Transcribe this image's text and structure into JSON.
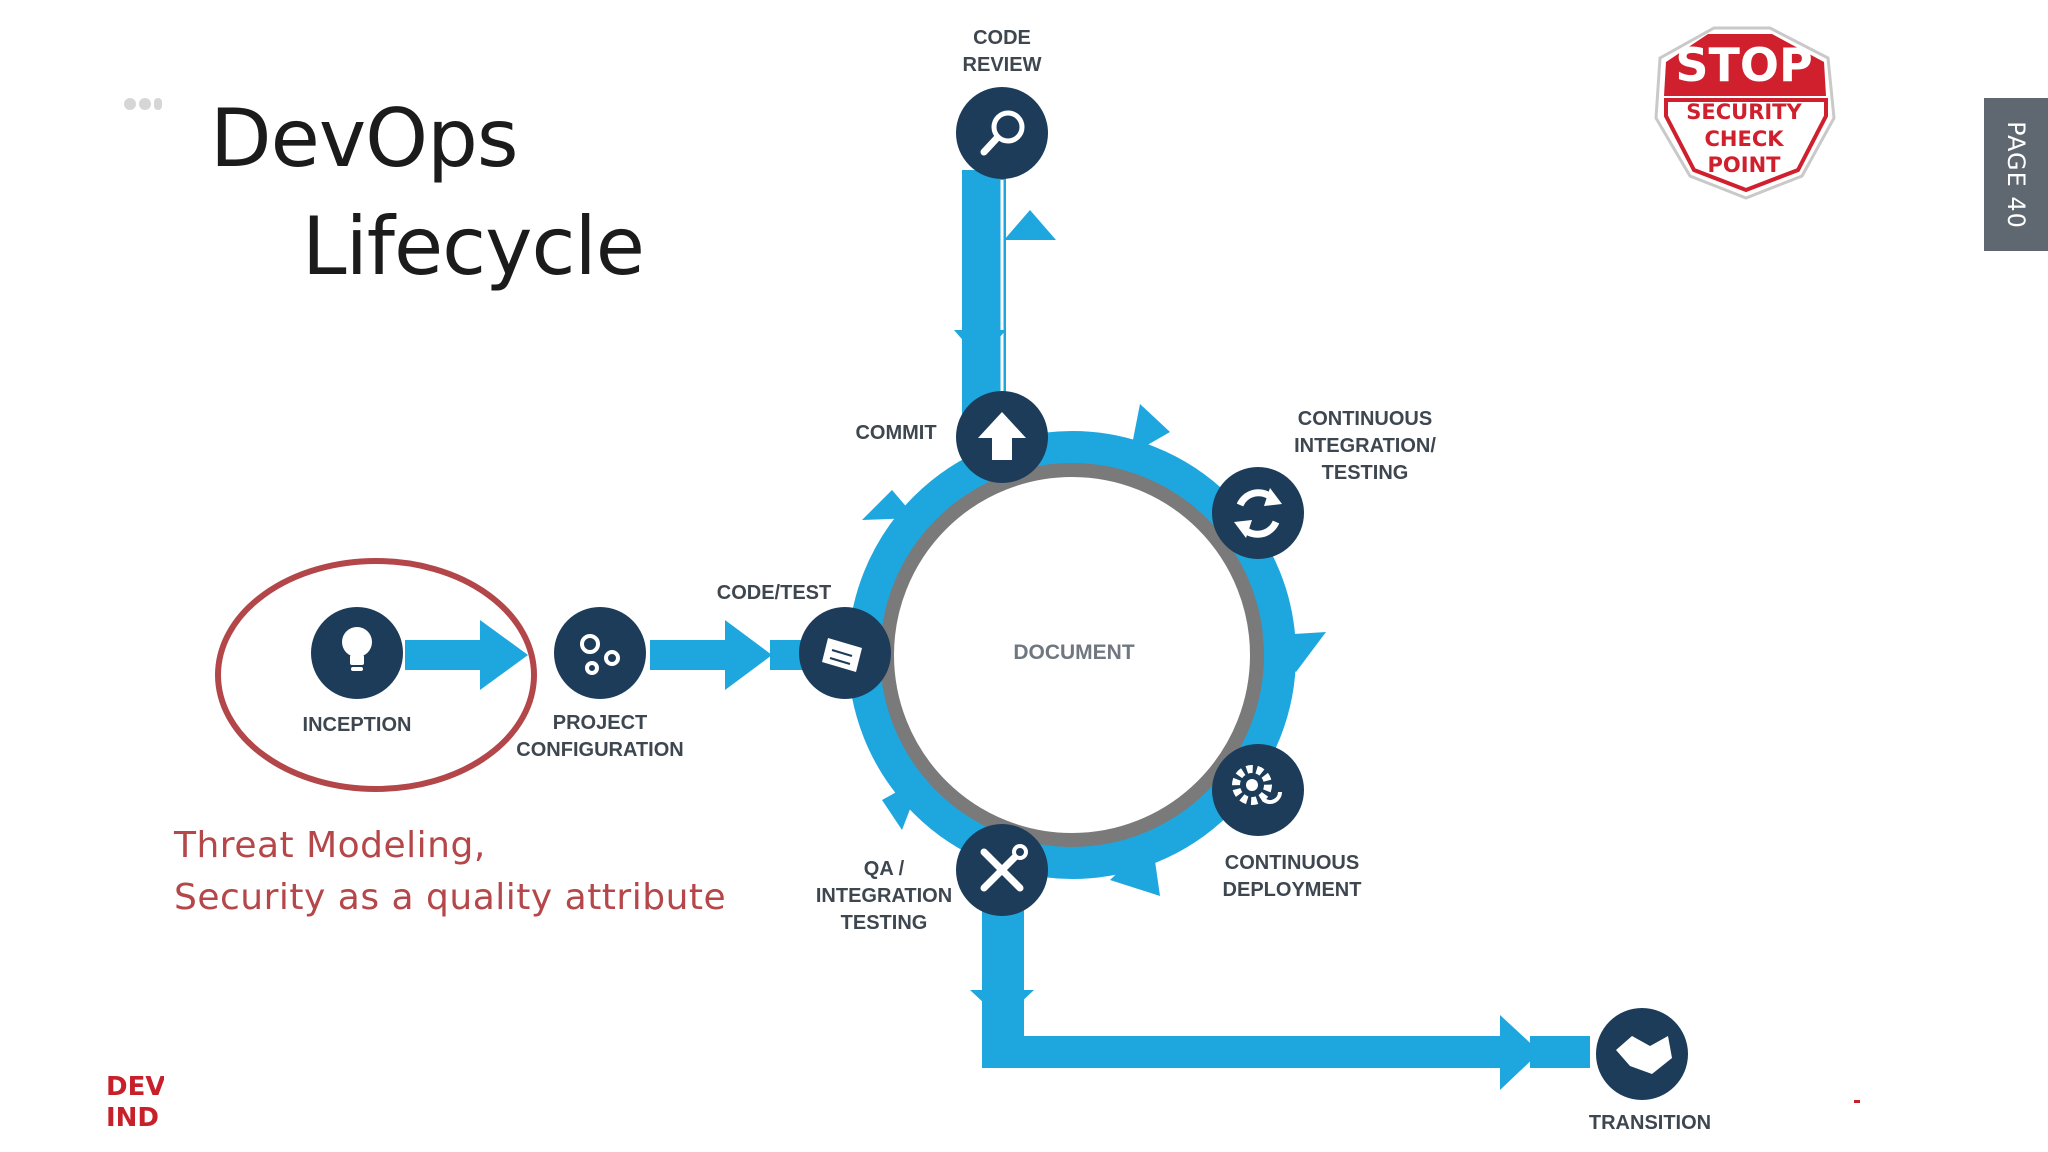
{
  "slide": {
    "title_line1": "DevOps",
    "title_line2": "Lifecycle",
    "page_tab": "PAGE 40",
    "footer_line1": "DEV",
    "footer_line2": "IND"
  },
  "stop_sign": {
    "stop": "STOP",
    "line1": "SECURITY",
    "line2": "CHECK",
    "line3": "POINT"
  },
  "diagram": {
    "center_label": "DOCUMENT",
    "stages": {
      "inception": [
        "INCEPTION"
      ],
      "project_configuration": [
        "PROJECT",
        "CONFIGURATION"
      ],
      "code_test": [
        "CODE/TEST"
      ],
      "commit": [
        "COMMIT"
      ],
      "code_review": [
        "CODE",
        "REVIEW"
      ],
      "continuous_integration": [
        "CONTINUOUS",
        "INTEGRATION/",
        "TESTING"
      ],
      "continuous_deployment": [
        "CONTINUOUS",
        "DEPLOYMENT"
      ],
      "qa_integration": [
        "QA /",
        "INTEGRATION",
        "TESTING"
      ],
      "transition": [
        "TRANSITION"
      ]
    },
    "icons": {
      "inception": "lightbulb-icon",
      "project_configuration": "gears-icon",
      "code_test": "scroll-icon",
      "commit": "upload-arrow-icon",
      "code_review": "magnifier-icon",
      "continuous_integration": "sync-arrows-icon",
      "continuous_deployment": "gear-refresh-icon",
      "qa_integration": "tools-icon",
      "transition": "handshake-icon"
    }
  },
  "annotation": {
    "line1": "Threat Modeling,",
    "line2": "Security as a quality attribute"
  },
  "colors": {
    "flow_blue": "#1ea7df",
    "node_navy": "#1c3c5a",
    "inner_ring_gray": "#7a7a7a",
    "highlight_red": "#b24649",
    "stop_red": "#d0202e",
    "page_tab_gray": "#5f6770"
  }
}
